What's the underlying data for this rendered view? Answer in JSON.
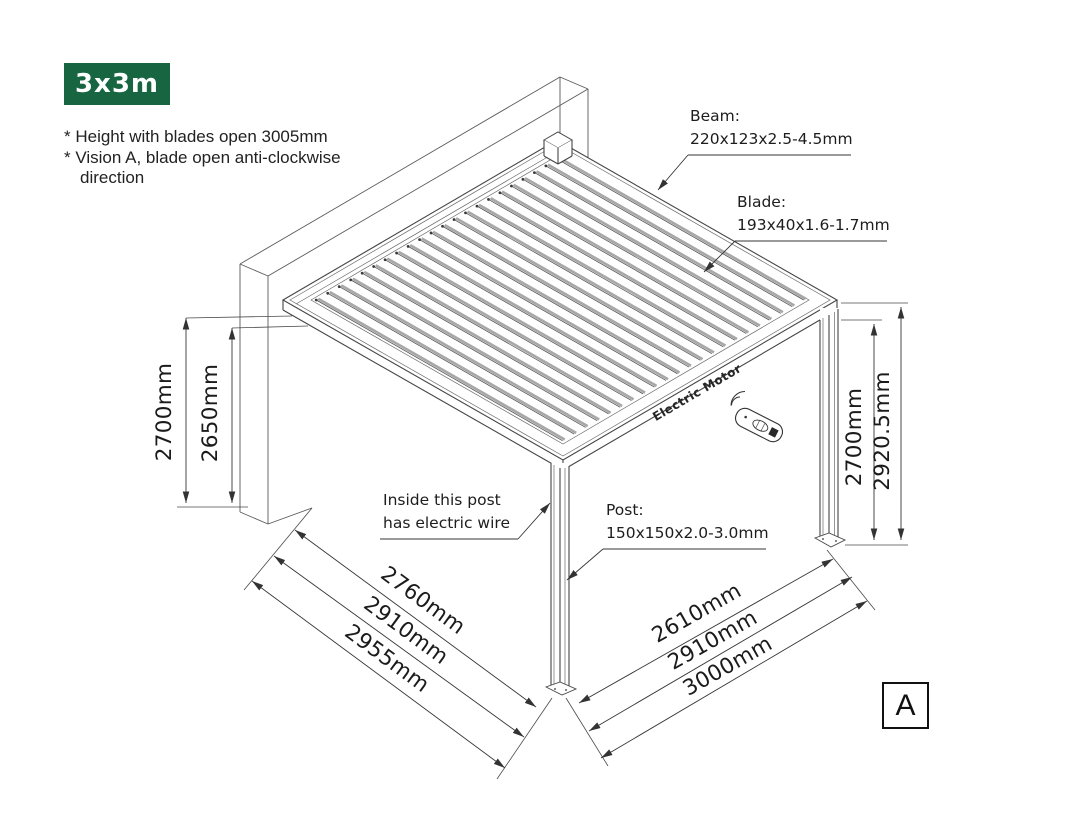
{
  "badge": {
    "label": "3x3m"
  },
  "notes": {
    "line1": "* Height with blades open 3005mm",
    "line2": "* Vision A, blade open anti-clockwise",
    "line3": "direction"
  },
  "callouts": {
    "beam": {
      "title": "Beam:",
      "spec": "220x123x2.5-4.5mm"
    },
    "blade": {
      "title": "Blade:",
      "spec": "193x40x1.6-1.7mm"
    },
    "post": {
      "title": "Post:",
      "spec": "150x150x2.0-3.0mm"
    },
    "wire": {
      "line1": "Inside this post",
      "line2": "has electric wire"
    },
    "motor": {
      "label": "Electric Motor"
    }
  },
  "dimensions": {
    "left": {
      "outer": "2700mm",
      "inner": "2650mm"
    },
    "right": {
      "inner": "2700mm",
      "outer": "2920.5mm"
    },
    "bottom_left": {
      "d1": "2760mm",
      "d2": "2910mm",
      "d3": "2955mm"
    },
    "bottom_right": {
      "d1": "2610mm",
      "d2": "2910mm",
      "d3": "3000mm"
    }
  },
  "view_label": {
    "label": "A"
  },
  "colors": {
    "badge_bg": "#186641",
    "badge_fg": "#ffffff",
    "line": "#3a3a3a",
    "blade_gray": "#a8a8a8",
    "text": "#1c1c1c"
  }
}
